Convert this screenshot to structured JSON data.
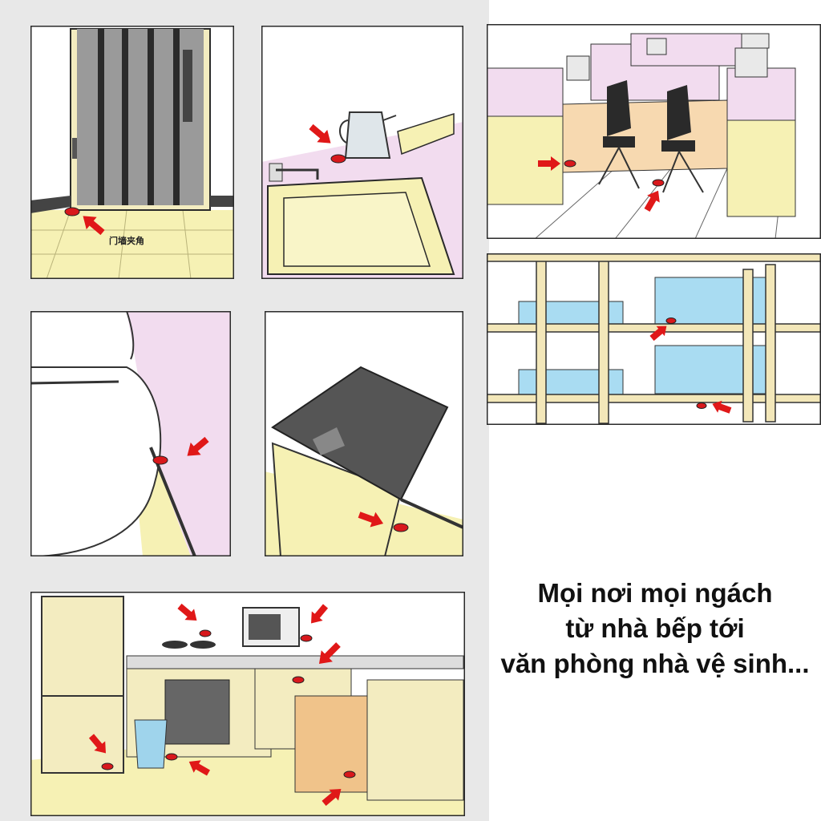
{
  "panels": {
    "door": {
      "label": "门墙夹角"
    },
    "kettle": {},
    "office": {},
    "shelf": {},
    "toilet": {},
    "trash": {},
    "kitchen": {}
  },
  "caption": {
    "line1": "Mọi nơi mọi ngách",
    "line2": "từ nhà bếp tới",
    "line3": "văn phòng nhà vệ sinh..."
  },
  "colors": {
    "trap": "#d8181c",
    "arrow": "#e01818",
    "floor_yellow": "#f6f1b4",
    "wall_pink": "#f2dcef",
    "box_blue": "#a9dcf2",
    "wood": "#f3e7b9",
    "outline": "#2a2a2a"
  },
  "icons": {
    "trap": "roach-bait-station-icon",
    "arrow": "pointer-arrow-icon"
  }
}
